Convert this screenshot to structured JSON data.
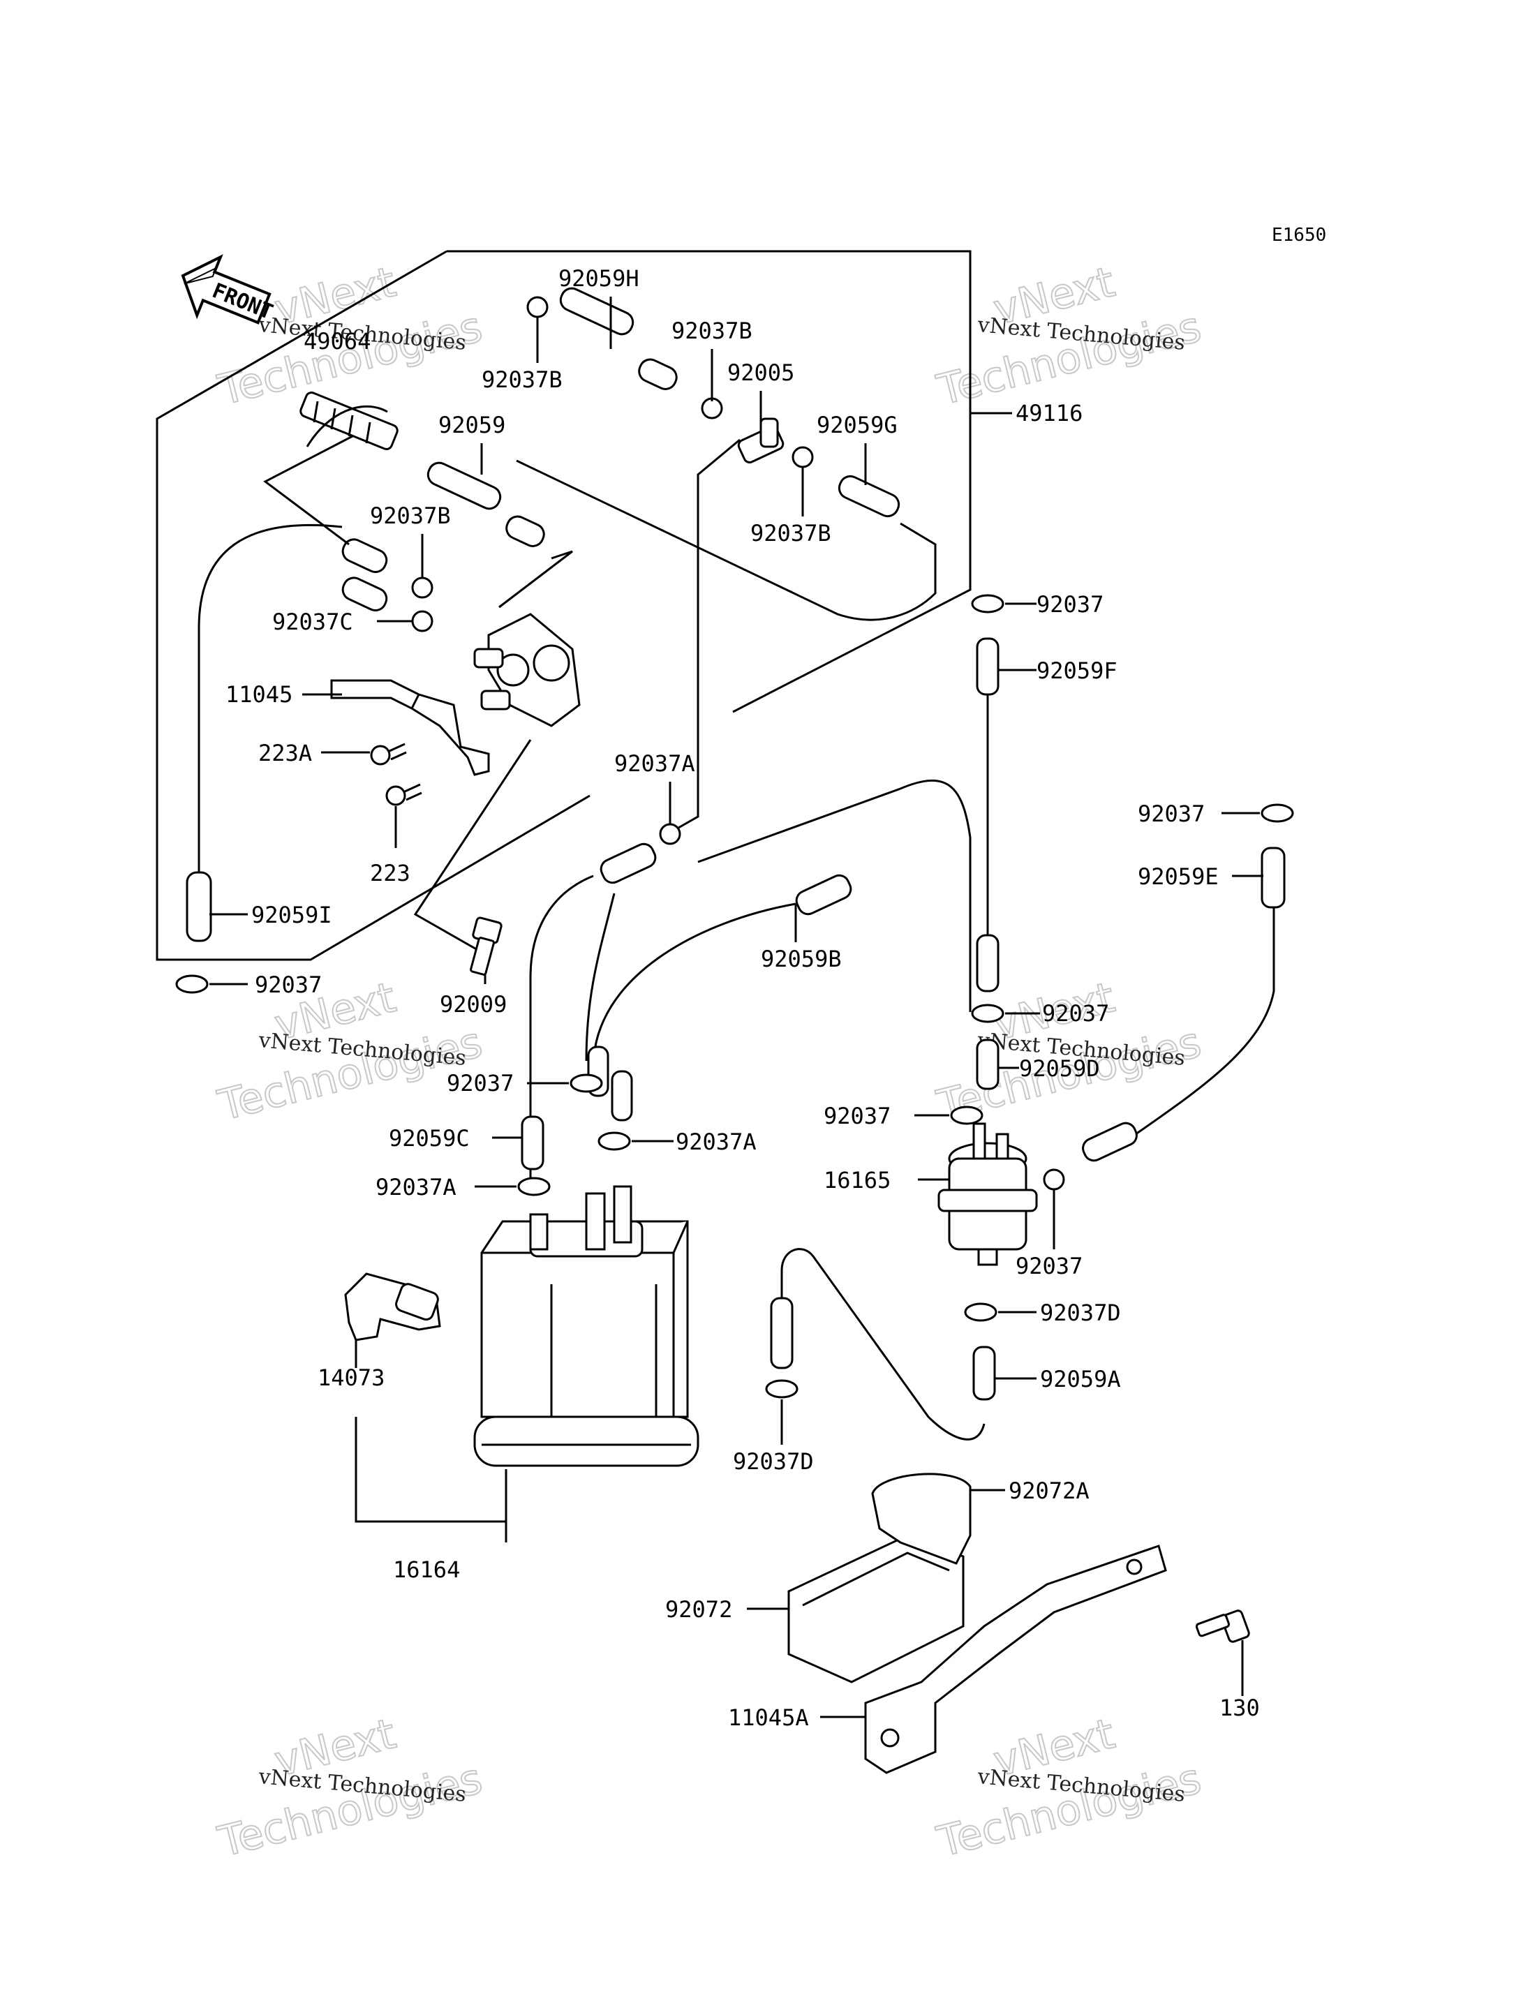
{
  "diagram_code": "E1650",
  "front_label": "FRONT",
  "watermark": {
    "line1": "vNext Technologies",
    "line2a": "vNext",
    "line2b": "Technologies"
  },
  "parts": [
    {
      "id": "p-49064",
      "label": "49064"
    },
    {
      "id": "p-92059h",
      "label": "92059H"
    },
    {
      "id": "p-92037b-1",
      "label": "92037B"
    },
    {
      "id": "p-92037b-2",
      "label": "92037B"
    },
    {
      "id": "p-92005",
      "label": "92005"
    },
    {
      "id": "p-92059",
      "label": "92059"
    },
    {
      "id": "p-92059g",
      "label": "92059G"
    },
    {
      "id": "p-49116",
      "label": "49116"
    },
    {
      "id": "p-92037b-3",
      "label": "92037B"
    },
    {
      "id": "p-92037b-4",
      "label": "92037B"
    },
    {
      "id": "p-92037c",
      "label": "92037C"
    },
    {
      "id": "p-92037-1",
      "label": "92037"
    },
    {
      "id": "p-11045",
      "label": "11045"
    },
    {
      "id": "p-92059f",
      "label": "92059F"
    },
    {
      "id": "p-223a",
      "label": "223A"
    },
    {
      "id": "p-92037a-1",
      "label": "92037A"
    },
    {
      "id": "p-92037-2",
      "label": "92037"
    },
    {
      "id": "p-223",
      "label": "223"
    },
    {
      "id": "p-92059e",
      "label": "92059E"
    },
    {
      "id": "p-92059i",
      "label": "92059I"
    },
    {
      "id": "p-92059b",
      "label": "92059B"
    },
    {
      "id": "p-92037-3",
      "label": "92037"
    },
    {
      "id": "p-92009",
      "label": "92009"
    },
    {
      "id": "p-92037-4",
      "label": "92037"
    },
    {
      "id": "p-92037-5",
      "label": "92037"
    },
    {
      "id": "p-92059d",
      "label": "92059D"
    },
    {
      "id": "p-92059c",
      "label": "92059C"
    },
    {
      "id": "p-92037a-2",
      "label": "92037A"
    },
    {
      "id": "p-92037-6",
      "label": "92037"
    },
    {
      "id": "p-92037a-3",
      "label": "92037A"
    },
    {
      "id": "p-16165",
      "label": "16165"
    },
    {
      "id": "p-92037-7",
      "label": "92037"
    },
    {
      "id": "p-92037d-1",
      "label": "92037D"
    },
    {
      "id": "p-14073",
      "label": "14073"
    },
    {
      "id": "p-92059a",
      "label": "92059A"
    },
    {
      "id": "p-92037d-2",
      "label": "92037D"
    },
    {
      "id": "p-92072a",
      "label": "92072A"
    },
    {
      "id": "p-16164",
      "label": "16164"
    },
    {
      "id": "p-92072",
      "label": "92072"
    },
    {
      "id": "p-130",
      "label": "130"
    },
    {
      "id": "p-11045a",
      "label": "11045A"
    }
  ]
}
